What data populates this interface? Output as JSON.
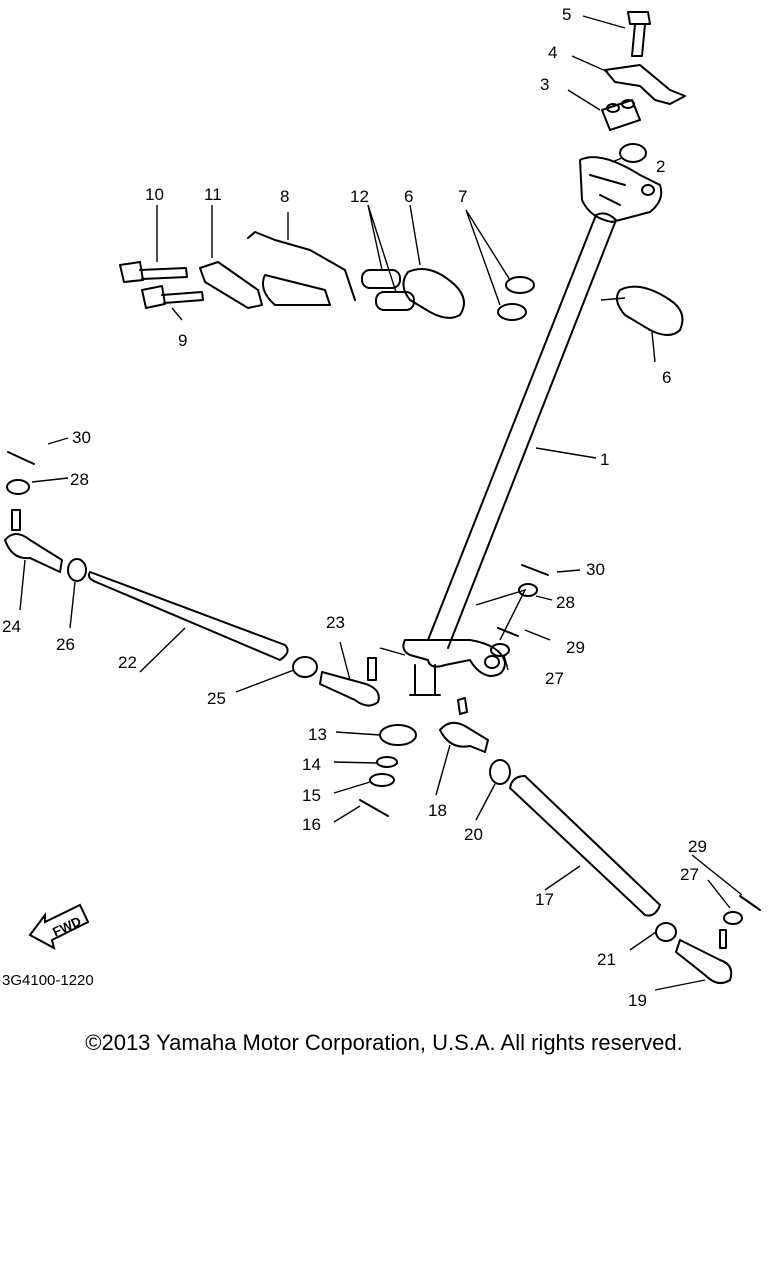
{
  "diagram": {
    "part_code": "3G4100-1220",
    "fwd_label": "FWD",
    "callouts": [
      "1",
      "2",
      "3",
      "4",
      "5",
      "6",
      "6",
      "7",
      "8",
      "9",
      "10",
      "11",
      "12",
      "13",
      "14",
      "15",
      "16",
      "17",
      "18",
      "19",
      "20",
      "21",
      "22",
      "23",
      "24",
      "25",
      "26",
      "27",
      "27",
      "28",
      "28",
      "29",
      "29",
      "30",
      "30"
    ]
  },
  "footer": {
    "copyright": "©2013 Yamaha Motor Corporation, U.S.A. All rights reserved."
  }
}
